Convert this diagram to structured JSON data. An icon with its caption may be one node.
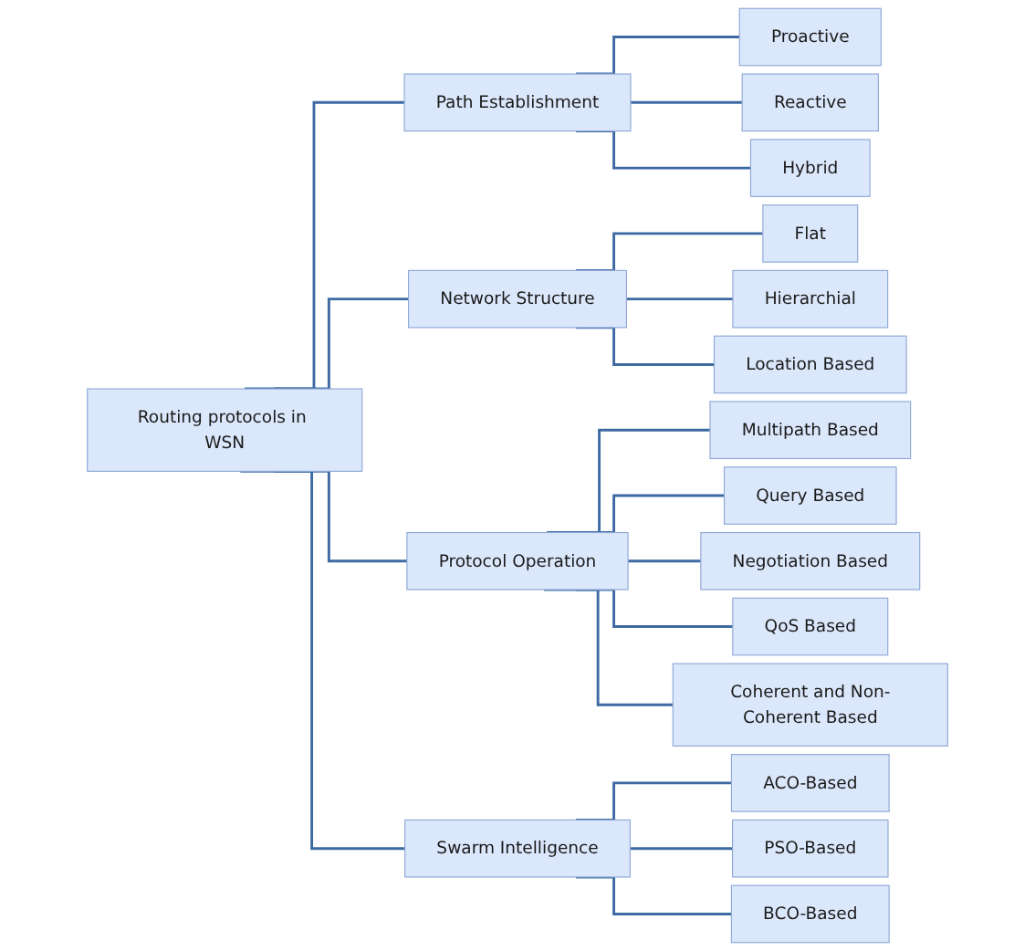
{
  "diagram": {
    "nodes": [
      {
        "text": [
          "Routing protocols in WSN"
        ]
      },
      {
        "text": [
          "Path Establishment"
        ]
      },
      {
        "text": [
          "Network Structure"
        ]
      },
      {
        "text": [
          "Protocol Operation"
        ]
      },
      {
        "text": [
          "Swarm Intelligence"
        ]
      },
      {
        "text": [
          "Proactive"
        ]
      },
      {
        "text": [
          "Reactive"
        ]
      },
      {
        "text": [
          "Hybrid"
        ]
      },
      {
        "text": [
          "Flat"
        ]
      },
      {
        "text": [
          "Hierarchial"
        ]
      },
      {
        "text": [
          "Location Based"
        ]
      },
      {
        "text": [
          "Multipath Based"
        ]
      },
      {
        "text": [
          "Query Based"
        ]
      },
      {
        "text": [
          "Negotiation Based"
        ]
      },
      {
        "text": [
          "QoS Based"
        ]
      },
      {
        "text": [
          "Coherent and Non-Coherent Based"
        ]
      },
      {
        "text": [
          "ACO-Based"
        ]
      },
      {
        "text": [
          "PSO-Based"
        ]
      },
      {
        "text": [
          "BCO-Based"
        ]
      }
    ],
    "edges": [
      {
        "from": 0,
        "to": 1,
        "arrow": "none"
      },
      {
        "from": 0,
        "to": 2,
        "arrow": "none"
      },
      {
        "from": 0,
        "to": 3,
        "arrow": "none"
      },
      {
        "from": 0,
        "to": 4,
        "arrow": "none"
      },
      {
        "from": 1,
        "to": 5,
        "arrow": "none"
      },
      {
        "from": 1,
        "to": 6,
        "arrow": "none"
      },
      {
        "from": 1,
        "to": 7,
        "arrow": "none"
      },
      {
        "from": 2,
        "to": 8,
        "arrow": "none"
      },
      {
        "from": 2,
        "to": 9,
        "arrow": "none"
      },
      {
        "from": 2,
        "to": 10,
        "arrow": "none"
      },
      {
        "from": 3,
        "to": 11,
        "arrow": "none"
      },
      {
        "from": 3,
        "to": 12,
        "arrow": "none"
      },
      {
        "from": 3,
        "to": 13,
        "arrow": "none"
      },
      {
        "from": 3,
        "to": 14,
        "arrow": "none"
      },
      {
        "from": 3,
        "to": 15,
        "arrow": "none"
      },
      {
        "from": 4,
        "to": 16,
        "arrow": "none"
      },
      {
        "from": 4,
        "to": 17,
        "arrow": "none"
      },
      {
        "from": 4,
        "to": 18,
        "arrow": "none"
      }
    ]
  }
}
